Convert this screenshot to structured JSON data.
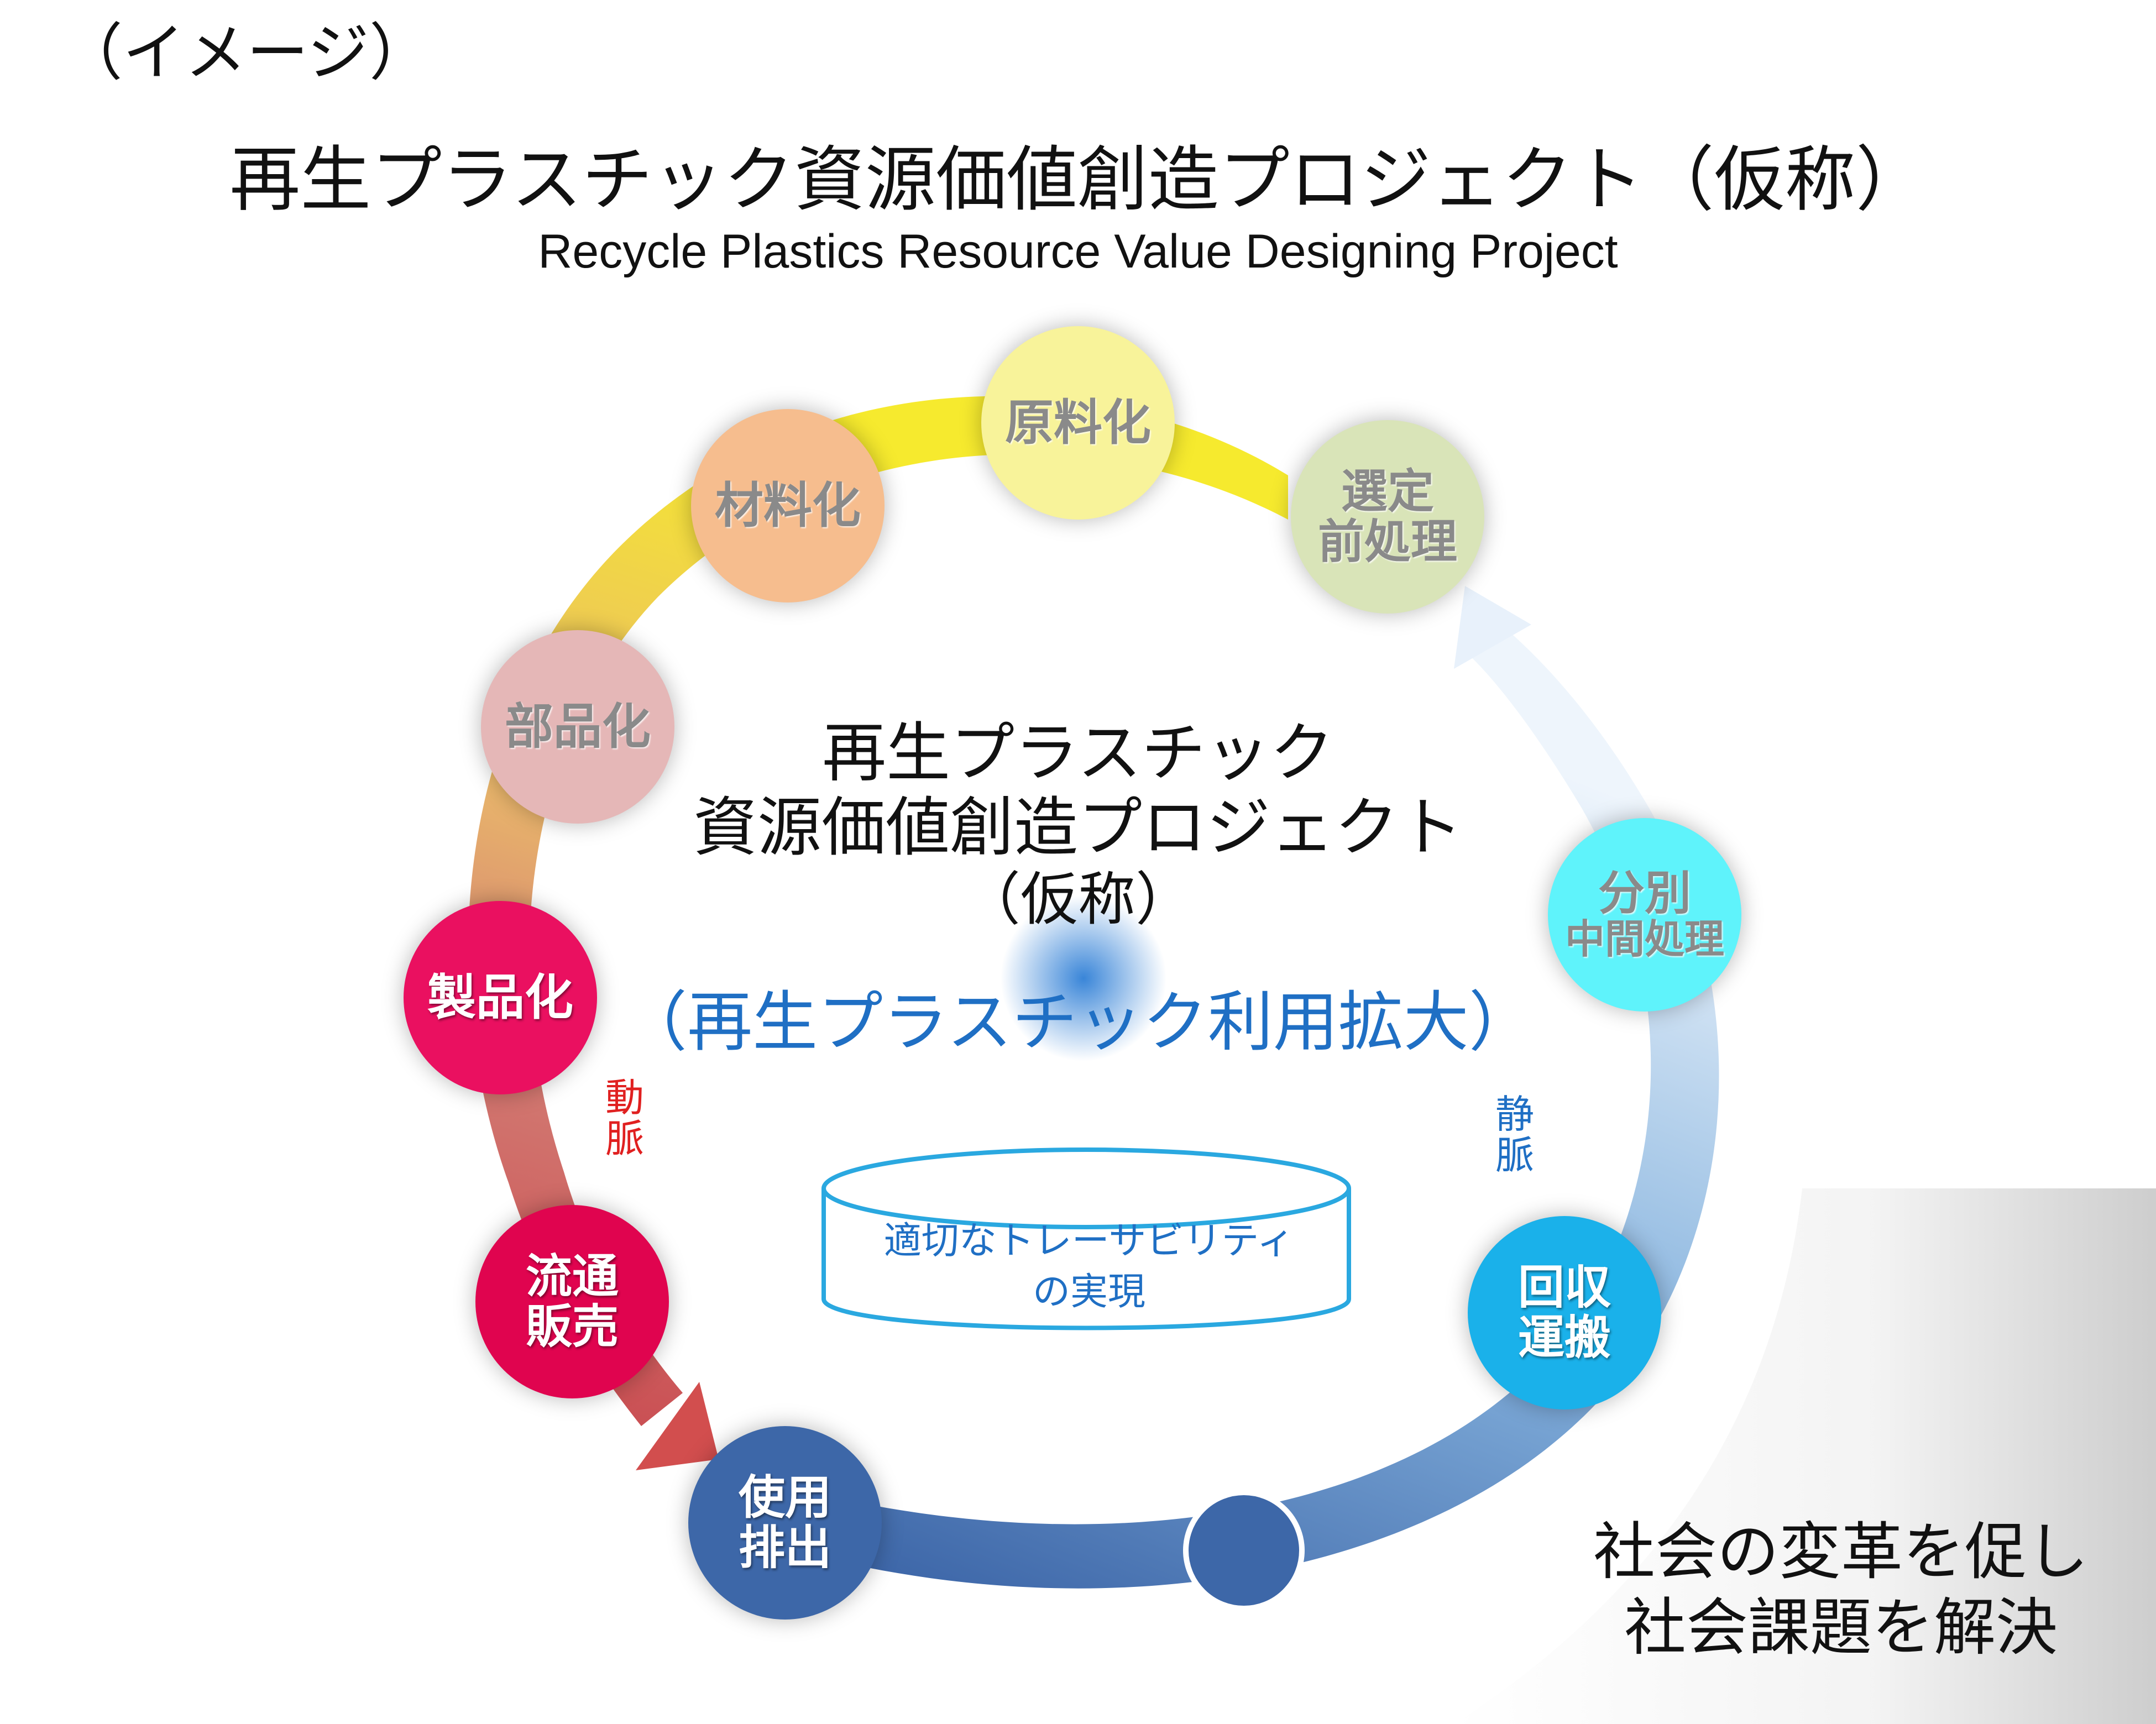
{
  "header": {
    "image_note": "（イメージ）",
    "title_jp": "再生プラスチック資源価値創造プロジェクト（仮称）",
    "title_en": "Recycle Plastics Resource Value Designing Project"
  },
  "cycle_nodes": [
    {
      "lines": [
        "原料化"
      ],
      "color": "#f8f39a"
    },
    {
      "lines": [
        "選定",
        "前処理"
      ],
      "color": "#d9e4b8"
    },
    {
      "lines": [
        "分別",
        "中間処理"
      ],
      "color": "#5ff3fb"
    },
    {
      "lines": [
        "回収",
        "運搬"
      ],
      "color": "#1ab1ea"
    },
    {
      "lines": [
        "使用",
        "排出"
      ],
      "color": "#3d67a8"
    },
    {
      "lines": [
        "流通",
        "販売"
      ],
      "color": "#e0044f"
    },
    {
      "lines": [
        "製品化"
      ],
      "color": "#ea1060"
    },
    {
      "lines": [
        "部品化"
      ],
      "color": "#e5b7b7"
    },
    {
      "lines": [
        "材料化"
      ],
      "color": "#f6bd8e"
    }
  ],
  "center": {
    "line1": "再生プラスチック",
    "line2": "資源価値創造プロジェクト",
    "line3": "（仮称）",
    "expansion": "（再生プラスチック利用拡大）",
    "traceability_line1": "適切なトレーサビリティ",
    "traceability_line2": "の実現"
  },
  "flow_labels": {
    "arterial": "動脈",
    "venous": "静脈",
    "arterial_color": "#e02020",
    "venous_color": "#1f6fc4"
  },
  "impact": {
    "line1": "社会の変革を促し",
    "line2": "社会課題を解決"
  }
}
